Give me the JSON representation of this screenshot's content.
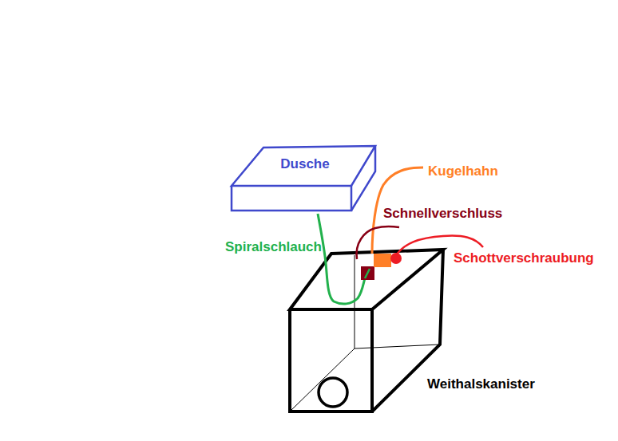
{
  "diagram": {
    "nodes": [
      {
        "text": [
          "Dusche"
        ]
      }
    ],
    "labels": [
      "Kugelhahn",
      "Schnellverschluss",
      "Spiralschlauch",
      "Schottverschraubung",
      "Weithalskanister"
    ]
  }
}
